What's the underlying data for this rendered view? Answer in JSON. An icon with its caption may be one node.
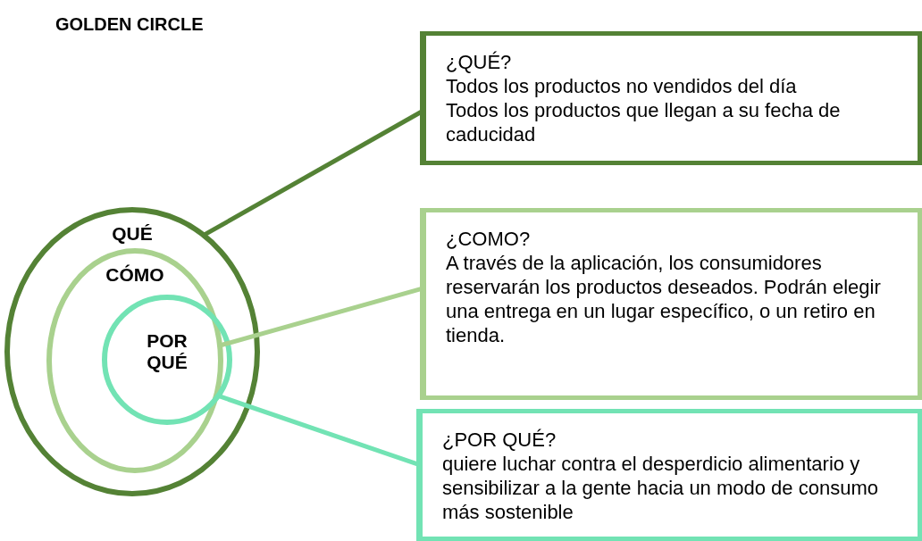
{
  "diagram": {
    "title": "GOLDEN CIRCLE",
    "nodes": [
      {
        "text": [
          "QUÉ"
        ]
      },
      {
        "text": [
          "CÓMO"
        ],
        "in": 0
      },
      {
        "text": [
          "POR QUÉ"
        ],
        "in": 1
      },
      {
        "text": [
          "¿QUÉ?",
          "Todos los productos no vendidos del día",
          "Todos los productos que llegan a su fecha de caducidad"
        ]
      },
      {
        "text": [
          "¿COMO?",
          "A través de la aplicación, los consumidores reservarán los productos deseados. Podrán elegir una entrega en un lugar específico, o un retiro en tienda."
        ]
      },
      {
        "text": [
          "¿POR QUÉ?",
          "quiere luchar contra el desperdicio alimentario y sensibilizar a la gente hacia un modo de consumo más sostenible"
        ]
      }
    ],
    "edges": [
      {
        "from": 0,
        "to": 3,
        "arrow": "none",
        "color": "#548235"
      },
      {
        "from": 1,
        "to": 4,
        "arrow": "none",
        "color": "#a9d18e"
      },
      {
        "from": 2,
        "to": 5,
        "arrow": "none",
        "color": "#72e3b4"
      }
    ]
  }
}
